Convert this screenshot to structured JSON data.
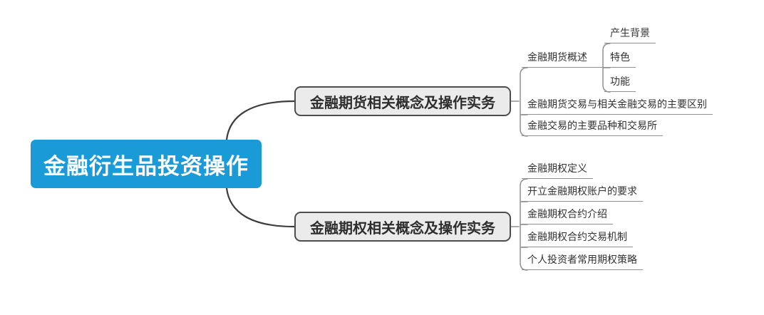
{
  "root": {
    "label": "金融衍生品投资操作"
  },
  "branches": [
    {
      "label": "金融期货相关概念及操作实务",
      "children": [
        {
          "label": "金融期货概述",
          "children": [
            {
              "label": "产生背景"
            },
            {
              "label": "特色"
            },
            {
              "label": "功能"
            }
          ]
        },
        {
          "label": "金融期货交易与相关金融交易的主要区别"
        },
        {
          "label": "金融交易的主要品种和交易所"
        }
      ]
    },
    {
      "label": "金融期权相关概念及操作实务",
      "children": [
        {
          "label": "金融期权定义"
        },
        {
          "label": "开立金融期权账户的要求"
        },
        {
          "label": "金融期权合约介绍"
        },
        {
          "label": "金融期权合约交易机制"
        },
        {
          "label": "个人投资者常用期权策略"
        }
      ]
    }
  ],
  "colors": {
    "root_fill": "#1b9ad8",
    "root_text": "#ffffff",
    "branch_fill": "#ebebeb",
    "branch_border": "#4d4d4d",
    "trunk_line": "#3d3d3d",
    "bracket_line": "#8f8f8f"
  }
}
